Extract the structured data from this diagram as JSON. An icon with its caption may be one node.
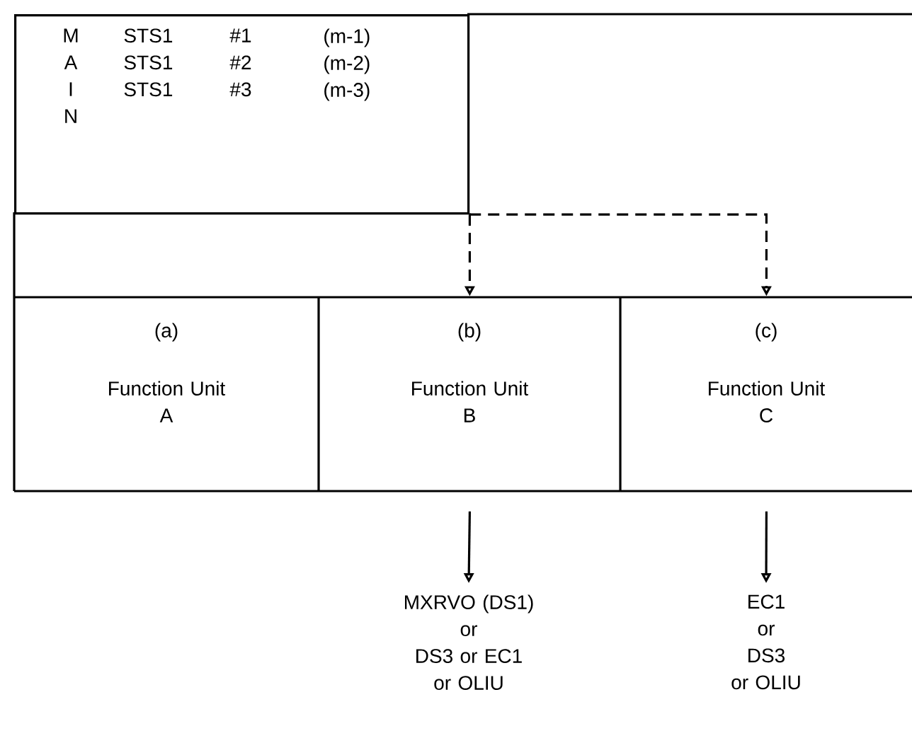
{
  "diagram": {
    "nodes": [
      {
        "text": [
          "M A I N",
          "STS1",
          "#1",
          "(m-1)",
          "STS1",
          "#2",
          "(m-2)",
          "STS1",
          "#3",
          "(m-3)"
        ]
      },
      {
        "text": [
          "(a)",
          "Function Unit A"
        ]
      },
      {
        "text": [
          "(b)",
          "Function Unit B"
        ]
      },
      {
        "text": [
          "(c)",
          "Function Unit C"
        ]
      },
      {
        "text": [
          "MXRVO (DS1) or DS3 or EC1 or OLIU"
        ]
      },
      {
        "text": [
          "EC1 or DS3 or OLIU"
        ]
      }
    ],
    "edges": [
      {
        "from": 0,
        "to": 2,
        "arrow": "to",
        "style": "dashed"
      },
      {
        "from": 0,
        "to": 3,
        "arrow": "to",
        "style": "dashed"
      },
      {
        "from": 2,
        "to": 4,
        "arrow": "to"
      },
      {
        "from": 3,
        "to": 5,
        "arrow": "to"
      }
    ]
  }
}
